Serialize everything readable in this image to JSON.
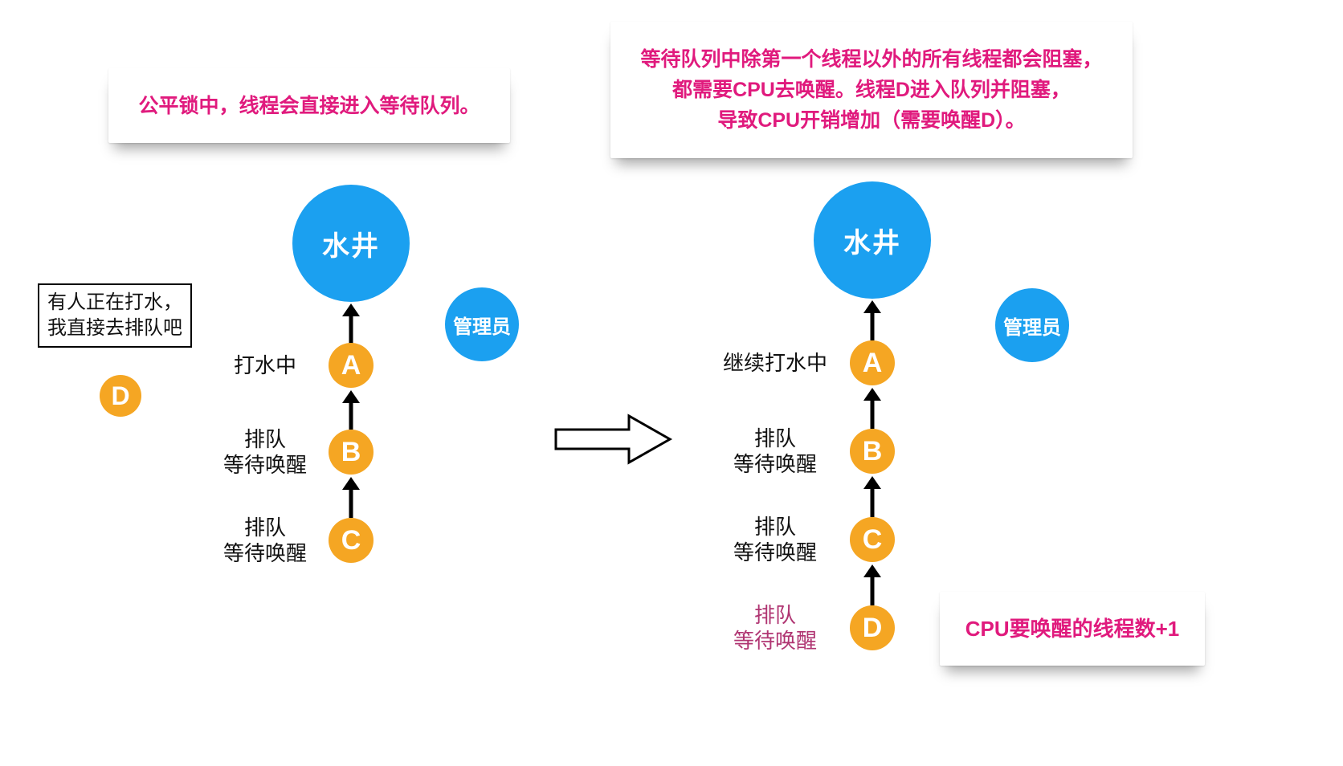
{
  "colors": {
    "blue": "#1ba0f0",
    "orange": "#f5a623",
    "note_pink": "#e01a7d",
    "status_pink": "#b03572",
    "text_black": "#111111"
  },
  "notes": {
    "left_top": "公平锁中，线程会直接进入等待队列。",
    "right_top": [
      "等待队列中除第一个线程以外的所有线程都会阻塞，",
      "都需要CPU去唤醒。线程D进入队列并阻塞，",
      "导致CPU开销增加（需要唤醒D）。"
    ],
    "bottom_right": "CPU要唤醒的线程数+1"
  },
  "left_panel": {
    "well_label": "水井",
    "admin_label": "管理员",
    "speech": [
      "有人正在打水，",
      "我直接去排队吧"
    ],
    "waiting_thread_letter": "D",
    "threads": [
      {
        "letter": "A",
        "status": [
          "打水中"
        ]
      },
      {
        "letter": "B",
        "status": [
          "排队",
          "等待唤醒"
        ]
      },
      {
        "letter": "C",
        "status": [
          "排队",
          "等待唤醒"
        ]
      }
    ]
  },
  "right_panel": {
    "well_label": "水井",
    "admin_label": "管理员",
    "threads": [
      {
        "letter": "A",
        "status": [
          "继续打水中"
        ]
      },
      {
        "letter": "B",
        "status": [
          "排队",
          "等待唤醒"
        ]
      },
      {
        "letter": "C",
        "status": [
          "排队",
          "等待唤醒"
        ]
      },
      {
        "letter": "D",
        "status": [
          "排队",
          "等待唤醒"
        ]
      }
    ]
  }
}
